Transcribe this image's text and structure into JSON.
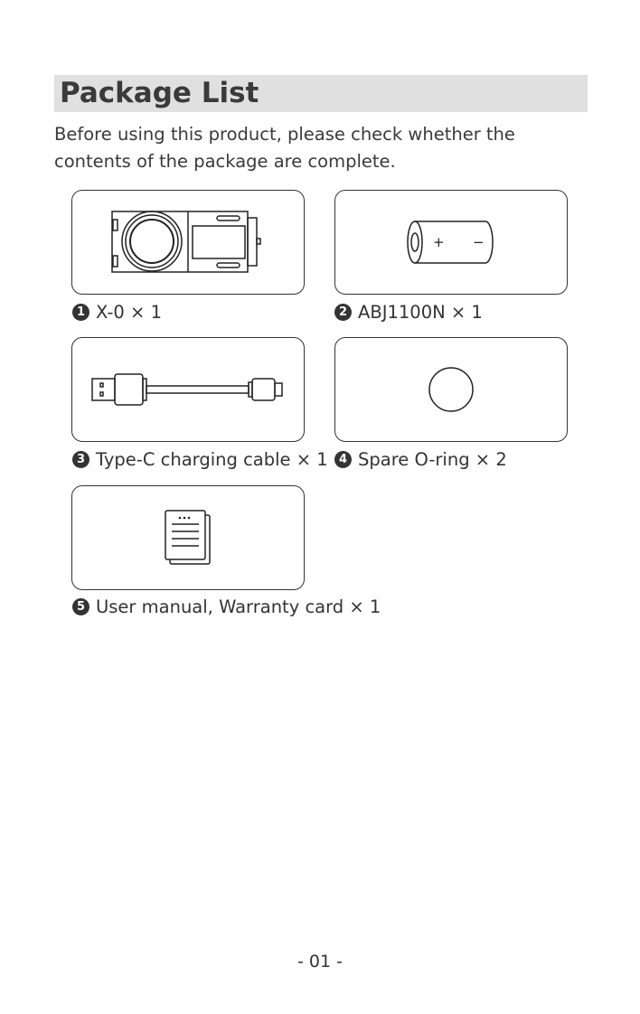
{
  "title": "Package List",
  "intro": "Before using this product, please check whether the contents of the package are complete.",
  "items": [
    {
      "num": "1",
      "label": "X-0 × 1",
      "icon": "camera-icon"
    },
    {
      "num": "2",
      "label": "ABJ1100N × 1",
      "icon": "battery-icon"
    },
    {
      "num": "3",
      "label": "Type-C charging cable × 1",
      "icon": "usb-cable-icon"
    },
    {
      "num": "4",
      "label": "Spare O-ring × 2",
      "icon": "o-ring-icon"
    },
    {
      "num": "5",
      "label": "User manual, Warranty card × 1",
      "icon": "document-icon"
    }
  ],
  "battery_symbols": {
    "plus": "+",
    "minus": "−"
  },
  "page_number": "- 01 -"
}
